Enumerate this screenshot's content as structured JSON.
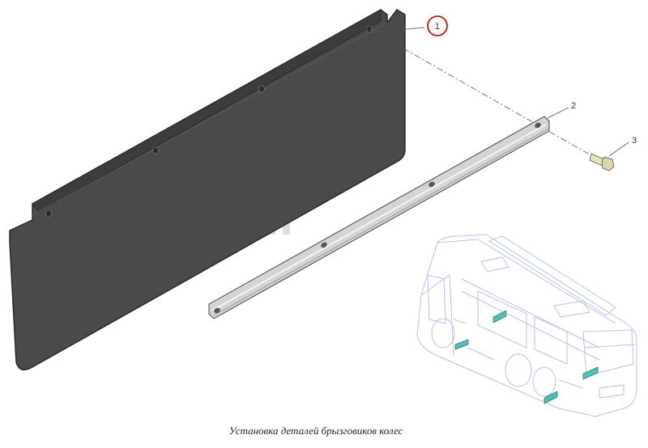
{
  "callouts": [
    {
      "number": "1",
      "part": "mud flap",
      "highlighted": true
    },
    {
      "number": "2",
      "part": "mounting strip",
      "highlighted": false
    },
    {
      "number": "3",
      "part": "bolt",
      "highlighted": false
    }
  ],
  "caption": "Установка деталей брызговиков колес",
  "colors": {
    "flap": "#4a4a4a",
    "flap_edge": "#2a2a2a",
    "strip": "#c8c8c8",
    "highlight_circle": "#cc1111",
    "bus_lines": "#b8c2e6",
    "flap_marker": "#4fbfb8",
    "watermark": "#cc2222"
  }
}
